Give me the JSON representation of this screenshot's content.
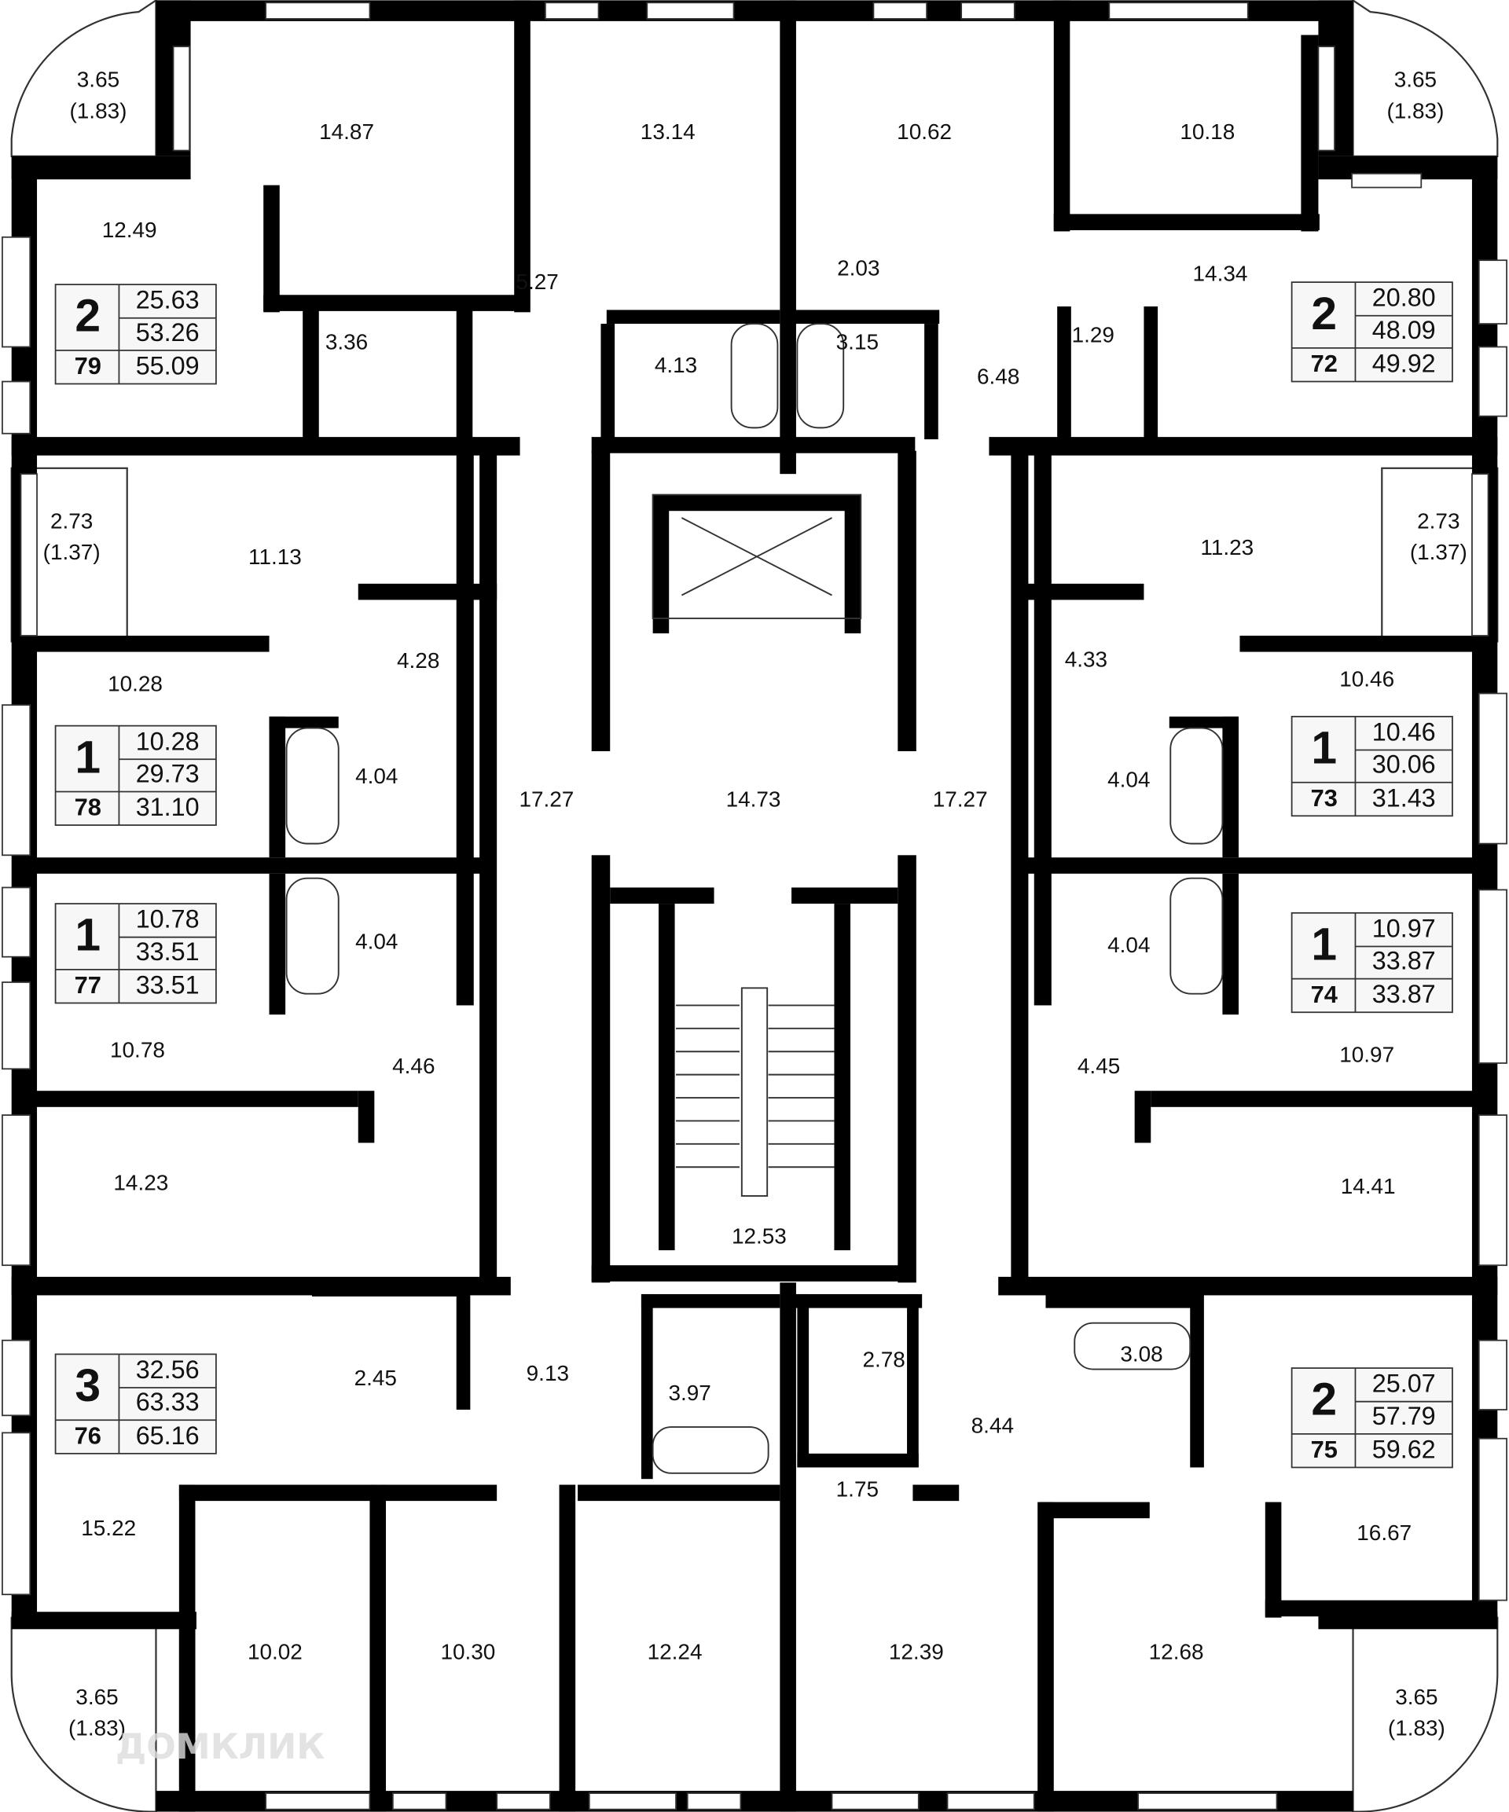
{
  "plan": {
    "watermark": "ДОМКЛИК",
    "rooms": [
      {
        "area": "14.87"
      },
      {
        "area": "13.14"
      },
      {
        "area": "10.62"
      },
      {
        "area": "10.18"
      },
      {
        "area": "3.65",
        "sub": "(1.83)"
      },
      {
        "area": "3.65",
        "sub": "(1.83)"
      },
      {
        "area": "12.49"
      },
      {
        "area": "5.27"
      },
      {
        "area": "2.03"
      },
      {
        "area": "14.34"
      },
      {
        "area": "3.36"
      },
      {
        "area": "4.13"
      },
      {
        "area": "3.15"
      },
      {
        "area": "6.48"
      },
      {
        "area": "1.29"
      },
      {
        "area": "2.73",
        "sub": "(1.37)"
      },
      {
        "area": "2.73",
        "sub": "(1.37)"
      },
      {
        "area": "11.13"
      },
      {
        "area": "11.23"
      },
      {
        "area": "4.28"
      },
      {
        "area": "4.33"
      },
      {
        "area": "10.28"
      },
      {
        "area": "10.46"
      },
      {
        "area": "4.04"
      },
      {
        "area": "4.04"
      },
      {
        "area": "17.27"
      },
      {
        "area": "14.73"
      },
      {
        "area": "17.27"
      },
      {
        "area": "4.04"
      },
      {
        "area": "4.04"
      },
      {
        "area": "10.78"
      },
      {
        "area": "10.97"
      },
      {
        "area": "4.46"
      },
      {
        "area": "4.45"
      },
      {
        "area": "14.23"
      },
      {
        "area": "14.41"
      },
      {
        "area": "12.53"
      },
      {
        "area": "2.45"
      },
      {
        "area": "9.13"
      },
      {
        "area": "3.97"
      },
      {
        "area": "2.78"
      },
      {
        "area": "3.08"
      },
      {
        "area": "8.44"
      },
      {
        "area": "1.75"
      },
      {
        "area": "15.22"
      },
      {
        "area": "16.67"
      },
      {
        "area": "10.02"
      },
      {
        "area": "10.30"
      },
      {
        "area": "12.24"
      },
      {
        "area": "12.39"
      },
      {
        "area": "12.68"
      },
      {
        "area": "3.65",
        "sub": "(1.83)"
      },
      {
        "area": "3.65",
        "sub": "(1.83)"
      }
    ],
    "apartments": [
      {
        "rooms": "2",
        "living": "25.63",
        "area": "53.26",
        "number": "79",
        "total": "55.09"
      },
      {
        "rooms": "2",
        "living": "20.80",
        "area": "48.09",
        "number": "72",
        "total": "49.92"
      },
      {
        "rooms": "1",
        "living": "10.28",
        "area": "29.73",
        "number": "78",
        "total": "31.10"
      },
      {
        "rooms": "1",
        "living": "10.46",
        "area": "30.06",
        "number": "73",
        "total": "31.43"
      },
      {
        "rooms": "1",
        "living": "10.78",
        "area": "33.51",
        "number": "77",
        "total": "33.51"
      },
      {
        "rooms": "1",
        "living": "10.97",
        "area": "33.87",
        "number": "74",
        "total": "33.87"
      },
      {
        "rooms": "3",
        "living": "32.56",
        "area": "63.33",
        "number": "76",
        "total": "65.16"
      },
      {
        "rooms": "2",
        "living": "25.07",
        "area": "57.79",
        "number": "75",
        "total": "59.62"
      }
    ]
  }
}
